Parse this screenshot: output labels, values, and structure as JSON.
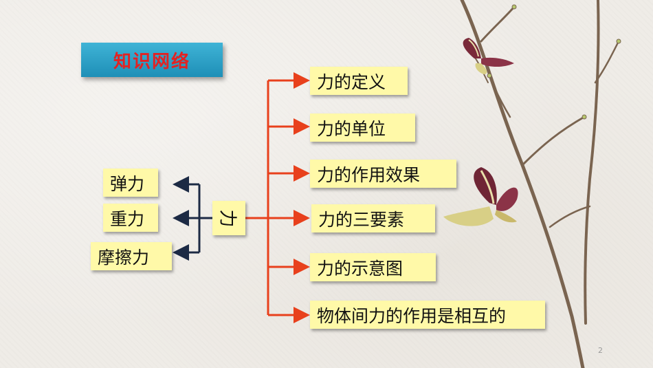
{
  "title": "知识网络",
  "center": "力",
  "left_items": [
    {
      "label": "弹力"
    },
    {
      "label": "重力"
    },
    {
      "label": "摩擦力"
    }
  ],
  "right_items": [
    {
      "label": "力的定义"
    },
    {
      "label": "力的单位"
    },
    {
      "label": "力的作用效果"
    },
    {
      "label": "力的三要素"
    },
    {
      "label": "力的示意图"
    },
    {
      "label": "物体间力的作用是相互的"
    }
  ],
  "page_number": "2",
  "colors": {
    "title_bg": "#2aa3c9",
    "title_text": "#e32222",
    "node_bg": "#fff9a8",
    "right_arrows": "#e8401c",
    "left_arrows": "#1c2a44"
  }
}
